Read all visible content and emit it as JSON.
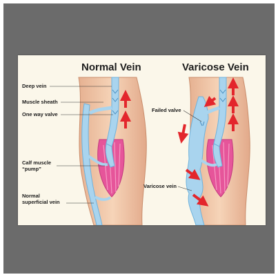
{
  "panels": {
    "normal": {
      "title": "Normal Vein"
    },
    "varicose": {
      "title": "Varicose Vein"
    }
  },
  "labels": {
    "deep_vein": "Deep vein",
    "muscle_sheath": "Muscle sheath",
    "one_way_valve": "One way valve",
    "calf_muscle_line1": "Calf muscle",
    "calf_muscle_line2": "“pump”",
    "normal_superficial_line1": "Normal",
    "normal_superficial_line2": "superficial vein",
    "failed_valve": "Failed valve",
    "varicose_vein": "Varicose vein"
  },
  "colors": {
    "background": "#6b6b6b",
    "card": "#fbf7ea",
    "skin": "#f1c7a6",
    "vein": "#a9d4ee",
    "vein_stroke": "#6fb2dc",
    "muscle": "#e6559a",
    "arrow": "#e3262c"
  }
}
